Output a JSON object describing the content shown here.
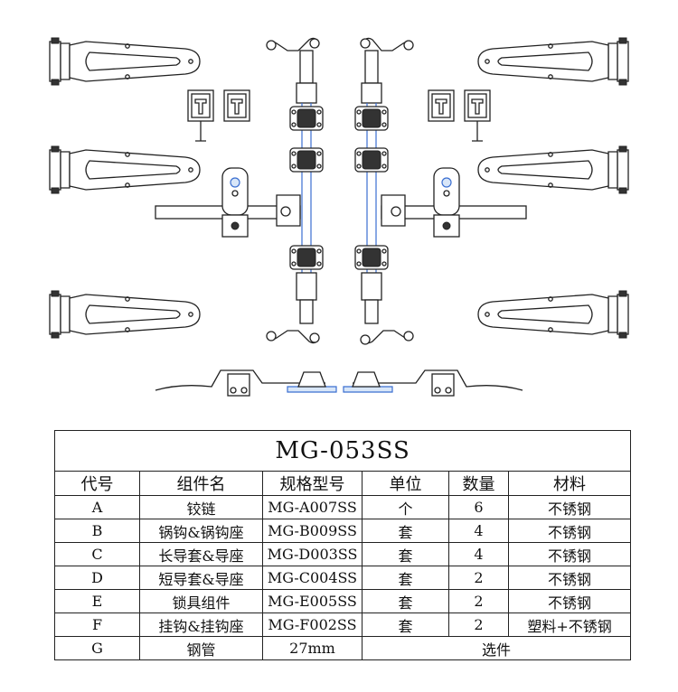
{
  "title": "MG-053SS",
  "headers": [
    "代号",
    "组件名",
    "规格型号",
    "单位",
    "数量",
    "材料"
  ],
  "rows": [
    {
      "code": "A",
      "name": "铰链",
      "model": "MG-A007SS",
      "unit": "个",
      "qty": "6",
      "material": "不锈钢"
    },
    {
      "code": "B",
      "name": "锅钩&锅钩座",
      "model": "MG-B009SS",
      "unit": "套",
      "qty": "4",
      "material": "不锈钢"
    },
    {
      "code": "C",
      "name": "长导套&导座",
      "model": "MG-D003SS",
      "unit": "套",
      "qty": "4",
      "material": "不锈钢"
    },
    {
      "code": "D",
      "name": "短导套&导座",
      "model": "MG-C004SS",
      "unit": "套",
      "qty": "2",
      "material": "不锈钢"
    },
    {
      "code": "E",
      "name": "锁具组件",
      "model": "MG-E005SS",
      "unit": "套",
      "qty": "2",
      "material": "不锈钢"
    },
    {
      "code": "F",
      "name": "挂钩&挂钩座",
      "model": "MG-F002SS",
      "unit": "套",
      "qty": "2",
      "material": "塑料+不锈钢"
    }
  ],
  "last_row": {
    "code": "G",
    "name": "钢管",
    "model": "27mm",
    "note": "选件"
  },
  "colors": {
    "line": "#222222",
    "rod": "#3b6fd1"
  }
}
